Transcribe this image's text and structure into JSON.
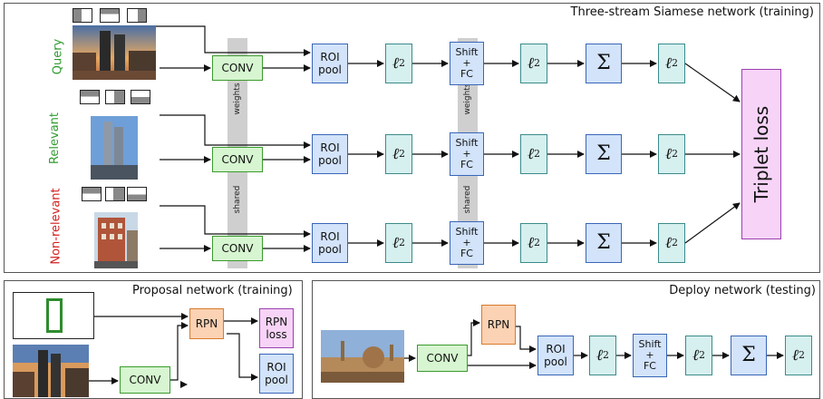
{
  "panels": {
    "siamese_title": "Three-stream Siamese network (training)",
    "proposal_title": "Proposal network (training)",
    "deploy_title": "Deploy network (testing)"
  },
  "streams": {
    "query": "Query",
    "relevant": "Relevant",
    "non_relevant": "Non-relevant"
  },
  "colors": {
    "query_label": "#2f9a2f",
    "relevant_label": "#2f9a2f",
    "non_relevant_label": "#d42020"
  },
  "shared_weights": {
    "word_weights": "weights",
    "word_shared": "shared"
  },
  "blocks": {
    "conv": "CONV",
    "roi_line1": "ROI",
    "roi_line2": "pool",
    "l2_symbol": "ℓ",
    "l2_sub": "2",
    "shift_line1": "Shift",
    "shift_line2": "+",
    "shift_line3": "FC",
    "sum_symbol": "Σ",
    "triplet_loss": "Triplet loss",
    "rpn": "RPN",
    "rpn_loss_line1": "RPN",
    "rpn_loss_line2": "loss"
  },
  "icons": [
    "region-grid-icon",
    "building-photo",
    "tower-photo",
    "brick-building-photo",
    "oxford-skyline-photo"
  ]
}
